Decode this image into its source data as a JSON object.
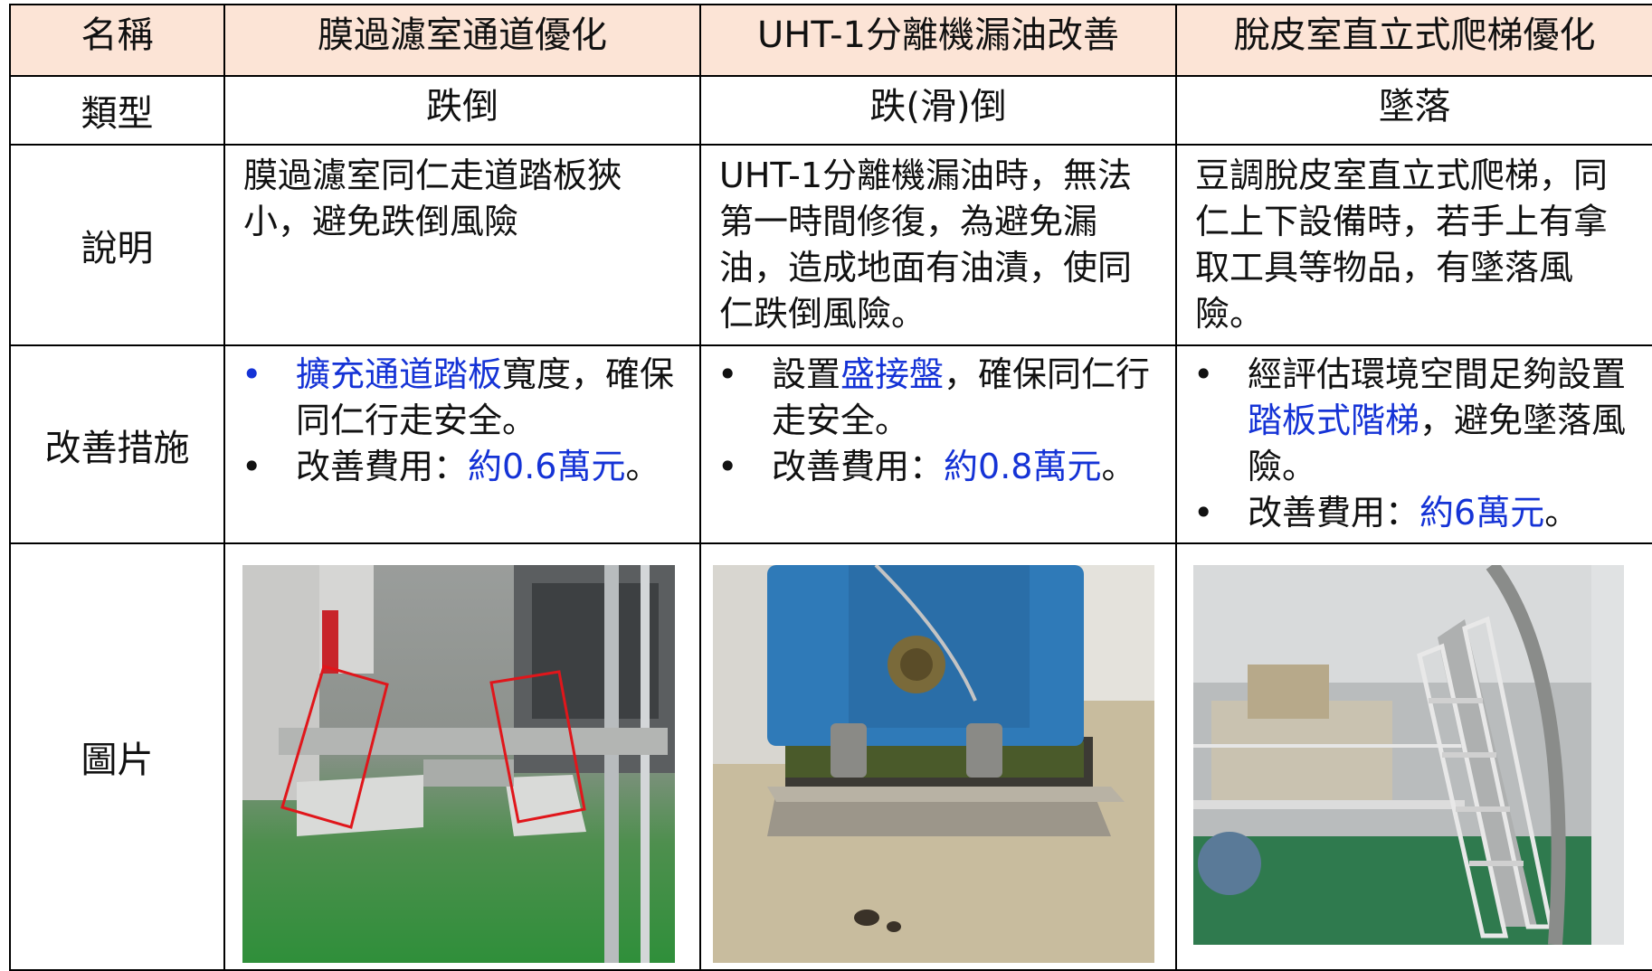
{
  "labels": {
    "name": "名稱",
    "type": "類型",
    "desc": "說明",
    "measure": "改善措施",
    "photo": "圖片"
  },
  "items": [
    {
      "name": "膜過濾室通道優化",
      "type": "跌倒",
      "desc": "膜過濾室同仁走道踏板狹小，避免跌倒風險",
      "measure1_pre": "",
      "measure1_hl": "擴充通道踏板",
      "measure1_post": "寬度，確保同仁行走安全。",
      "cost_label": "改善費用：",
      "cost_value": "約0.6萬元",
      "cost_end": "。",
      "photo_icon": "walkway-photo"
    },
    {
      "name": "UHT-1分離機漏油改善",
      "type": "跌(滑)倒",
      "desc": "UHT-1分離機漏油時，無法第一時間修復，為避免漏油，造成地面有油漬，使同仁跌倒風險。",
      "measure1_pre": "設置",
      "measure1_hl": "盛接盤",
      "measure1_post": "，確保同仁行走安全。",
      "cost_label": "改善費用：",
      "cost_value": "約0.8萬元",
      "cost_end": "。",
      "photo_icon": "separator-photo"
    },
    {
      "name": "脫皮室直立式爬梯優化",
      "type": "墜落",
      "desc": "豆調脫皮室直立式爬梯，同仁上下設備時，若手上有拿取工具等物品，有墜落風險。",
      "measure1_pre": "經評估環境空間足夠設置",
      "measure1_hl": "踏板式階梯",
      "measure1_post": "，避免墜落風險。",
      "cost_label": "改善費用：",
      "cost_value": "約6萬元",
      "cost_end": "。",
      "photo_icon": "stairs-photo"
    }
  ],
  "bullet": "•",
  "colors": {
    "header_bg": "#fce4d6",
    "highlight": "#1533d6",
    "box": "#e0161b"
  }
}
